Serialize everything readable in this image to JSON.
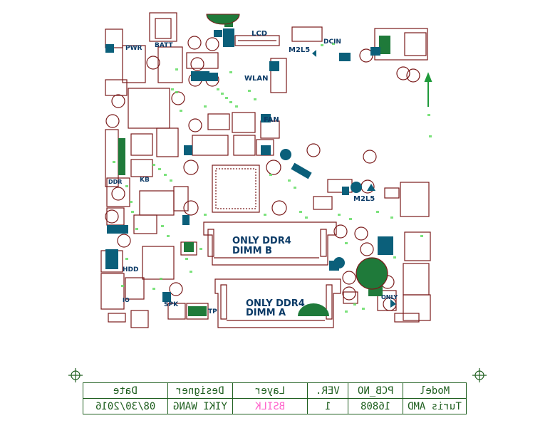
{
  "board_labels": {
    "lcd": "LCD",
    "batt": "BATT",
    "pwr": "PWR",
    "dcin": "DCIN",
    "m2l5_top": "M2L5",
    "wlan": "WLAN",
    "fan": "FAN",
    "kb": "KB",
    "ddr": "DDR",
    "m2l5_mid": "M2L5",
    "hdd": "HDD",
    "spk": "SPK",
    "tp": "TP",
    "io": "IO",
    "only": "ONLY",
    "dimm_b_line1": "ONLY DDR4",
    "dimm_b_line2": "DIMM B",
    "dimm_a_line1": "ONLY DDR4",
    "dimm_a_line2": "DIMM A"
  },
  "title_block": {
    "headers": [
      "Model",
      "PCB_NO",
      "VER.",
      "Layer",
      "Designer",
      "Date"
    ],
    "values": [
      "Turis AMD",
      "16808",
      "1",
      "BSILK",
      "YIKI WANG",
      "08/30/2016"
    ]
  },
  "colors": {
    "outline": "#7a1a1a",
    "copper": "#1f7a3a",
    "pad_blue": "#0b5f7a",
    "silk": "#0b3a66",
    "paste": "#66dd66",
    "layer_text": "#ff66cc",
    "table": "#1f5f1f"
  }
}
